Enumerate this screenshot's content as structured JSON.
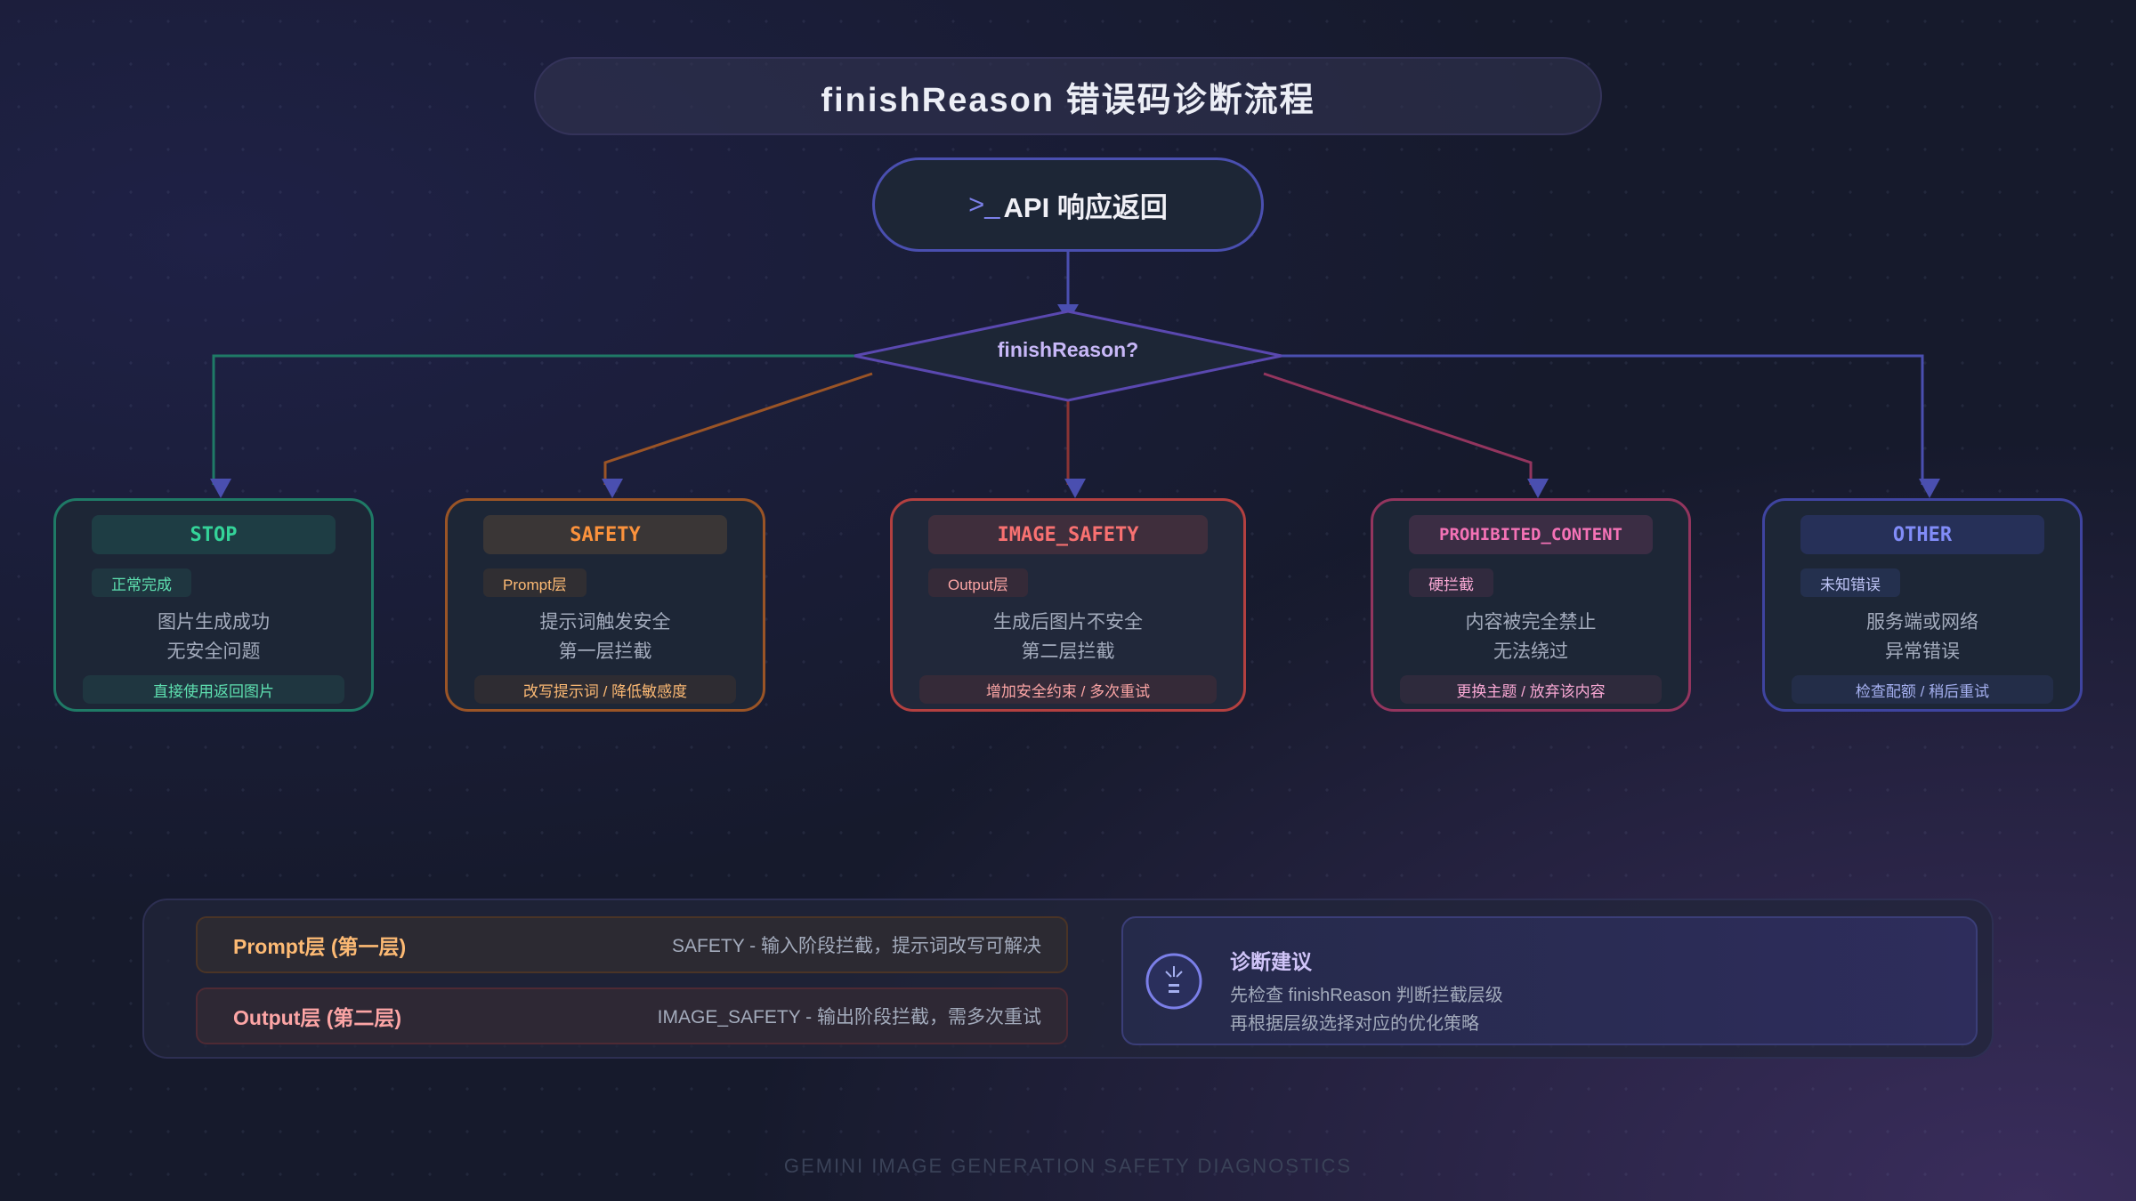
{
  "title": "finishReason 错误码诊断流程",
  "start_node": {
    "prompt": ">_",
    "label": "API 响应返回"
  },
  "decision": "finishReason?",
  "cards": [
    {
      "code": "STOP",
      "tag": "正常完成",
      "desc1": "图片生成成功",
      "desc2": "无安全问题",
      "action": "直接使用返回图片",
      "color": "#34d399"
    },
    {
      "code": "SAFETY",
      "tag": "Prompt层",
      "desc1": "提示词触发安全",
      "desc2": "第一层拦截",
      "action": "改写提示词 / 降低敏感度",
      "color": "#fb923c"
    },
    {
      "code": "IMAGE_SAFETY",
      "tag": "Output层",
      "desc1": "生成后图片不安全",
      "desc2": "第二层拦截",
      "action": "增加安全约束 / 多次重试",
      "color": "#f87171"
    },
    {
      "code": "PROHIBITED_CONTENT",
      "tag": "硬拦截",
      "desc1": "内容被完全禁止",
      "desc2": "无法绕过",
      "action": "更换主题 / 放弃该内容",
      "color": "#f472b6"
    },
    {
      "code": "OTHER",
      "tag": "未知错误",
      "desc1": "服务端或网络",
      "desc2": "异常错误",
      "action": "检查配额 / 稍后重试",
      "color": "#818cf8"
    }
  ],
  "layers": [
    {
      "name": "Prompt层 (第一层)",
      "desc": "SAFETY - 输入阶段拦截，提示词改写可解决"
    },
    {
      "name": "Output层 (第二层)",
      "desc": "IMAGE_SAFETY - 输出阶段拦截，需多次重试"
    }
  ],
  "advice": {
    "title": "诊断建议",
    "line1": "先检查 finishReason 判断拦截层级",
    "line2": "再根据层级选择对应的优化策略"
  },
  "footer": "GEMINI IMAGE GENERATION SAFETY DIAGNOSTICS"
}
